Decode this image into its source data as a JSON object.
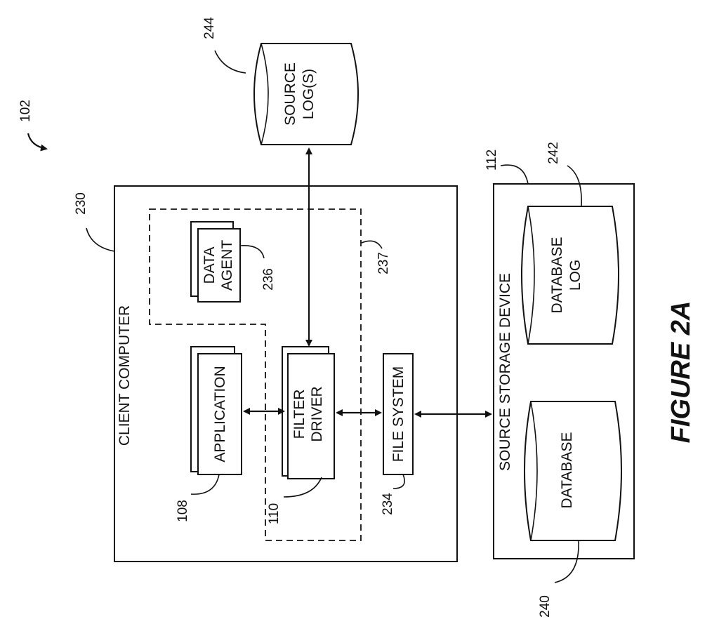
{
  "figure_label": "FIGURE 2A",
  "refs": {
    "r102": "102",
    "r230": "230",
    "r237": "237",
    "r236": "236",
    "r108": "108",
    "r110": "110",
    "r234": "234",
    "r112": "112",
    "r242": "242",
    "r240": "240",
    "r244": "244"
  },
  "client_computer": {
    "label": "CLIENT COMPUTER"
  },
  "application": {
    "label": "APPLICATION"
  },
  "filter_driver": {
    "line1": "FILTER",
    "line2": "DRIVER"
  },
  "data_agent": {
    "line1": "DATA",
    "line2": "AGENT"
  },
  "file_system": {
    "label": "FILE SYSTEM"
  },
  "source_logs": {
    "line1": "SOURCE",
    "line2": "LOG(S)"
  },
  "source_storage": {
    "label": "SOURCE STORAGE DEVICE"
  },
  "database": {
    "label": "DATABASE"
  },
  "database_log": {
    "line1": "DATABASE",
    "line2": "LOG"
  }
}
